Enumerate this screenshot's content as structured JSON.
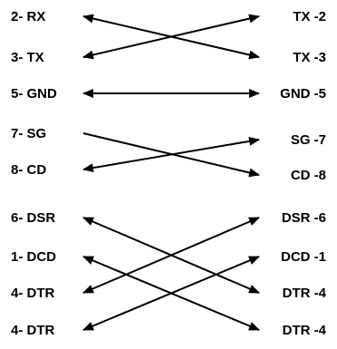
{
  "left_labels": [
    "2- RX",
    "3- TX",
    "5- GND",
    "7- SG",
    "8- CD",
    "6- DSR",
    "1- DCD",
    "4- DTR",
    "4- DTR"
  ],
  "right_labels": [
    "TX -2",
    "TX -3",
    "GND -5",
    "SG -7",
    "CD -8",
    "DSR -6",
    "DCD -1",
    "DTR -4",
    "DTR -4"
  ],
  "connections": [
    {
      "from": "left-1",
      "to": "right-2",
      "arrow_start": true,
      "arrow_end": true
    },
    {
      "from": "left-2",
      "to": "right-1",
      "arrow_start": true,
      "arrow_end": true
    },
    {
      "from": "left-3",
      "to": "right-3",
      "arrow_start": true,
      "arrow_end": true
    },
    {
      "from": "left-4",
      "to": "right-5",
      "arrow_start": false,
      "arrow_end": true
    },
    {
      "from": "left-5",
      "to": "right-4",
      "arrow_start": true,
      "arrow_end": true
    },
    {
      "from": "left-6",
      "to": "right-8",
      "arrow_start": true,
      "arrow_end": true
    },
    {
      "from": "left-7",
      "to": "right-9",
      "arrow_start": true,
      "arrow_end": true
    },
    {
      "from": "left-8",
      "to": "right-6",
      "arrow_start": true,
      "arrow_end": true
    },
    {
      "from": "left-9",
      "to": "right-7",
      "arrow_start": true,
      "arrow_end": true
    }
  ],
  "colors": {
    "line": "#000000",
    "text": "#000000",
    "background": "#ffffff"
  }
}
